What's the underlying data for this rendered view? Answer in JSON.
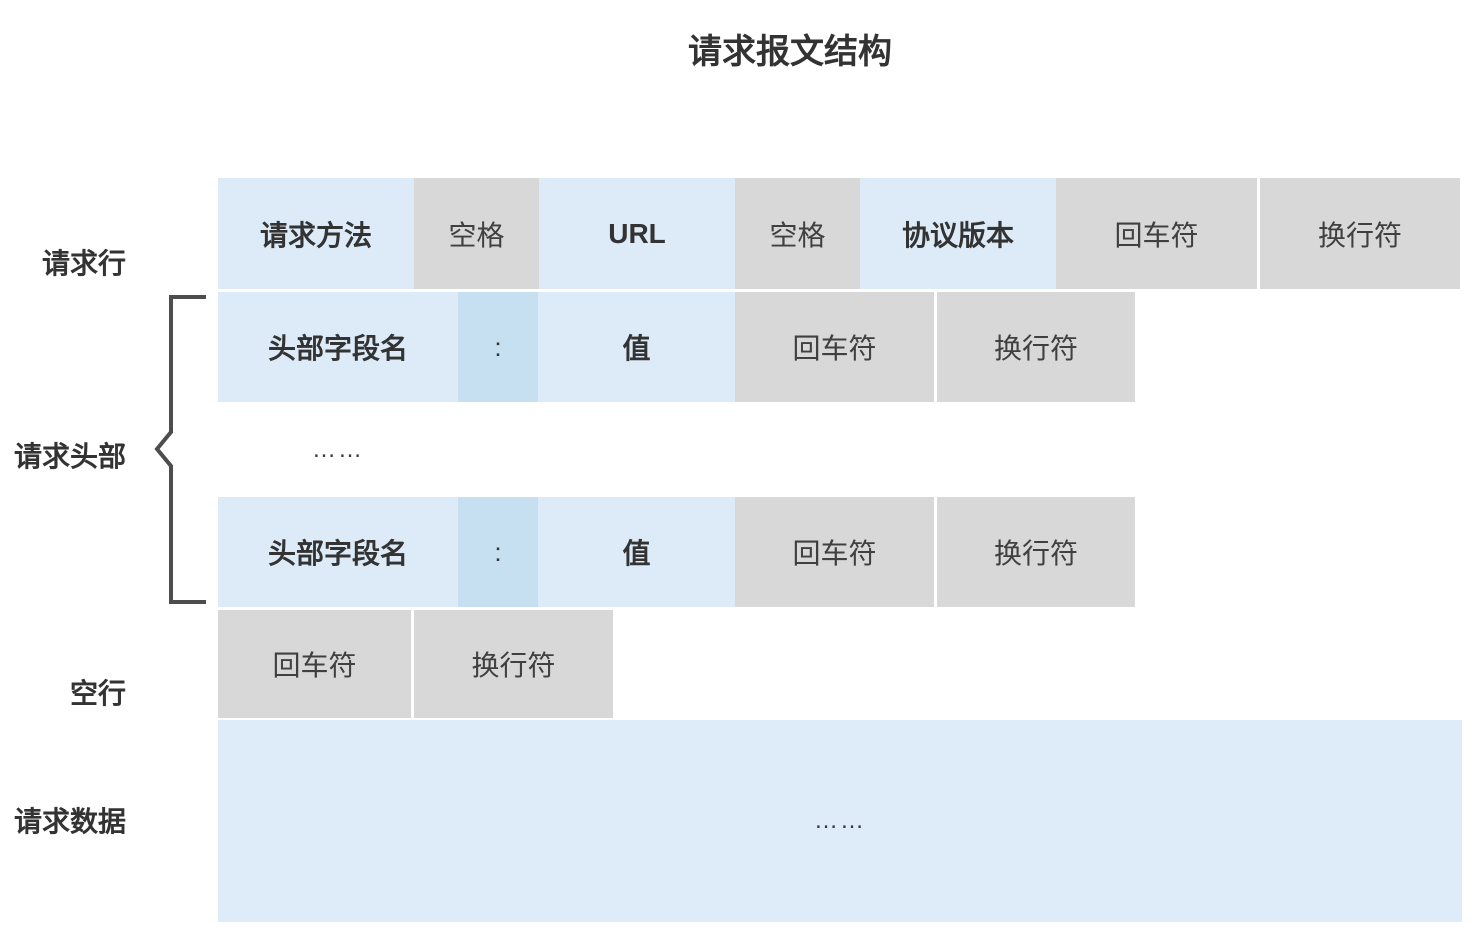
{
  "title": "请求报文结构",
  "labels": {
    "request_line": "请求行",
    "request_headers": "请求头部",
    "blank_line": "空行",
    "request_body": "请求数据"
  },
  "request_line_row": {
    "method": "请求方法",
    "space_1": "空格",
    "url": "URL",
    "space_2": "空格",
    "protocol_version": "协议版本",
    "carriage_return": "回车符",
    "line_feed": "换行符"
  },
  "header_field_row": {
    "field_name": "头部字段名",
    "colon": ":",
    "value": "值",
    "carriage_return": "回车符",
    "line_feed": "换行符"
  },
  "headers_ellipsis": "……",
  "blank_line_row": {
    "carriage_return": "回车符",
    "line_feed": "换行符"
  },
  "request_body_row": {
    "ellipsis": "……"
  },
  "colors": {
    "cell_blue": "#dcebf7",
    "cell_blue_accent": "#c6e0f2",
    "cell_gray": "#d8d8d8",
    "text_dark": "#333333",
    "brace": "#4d4d4d"
  }
}
